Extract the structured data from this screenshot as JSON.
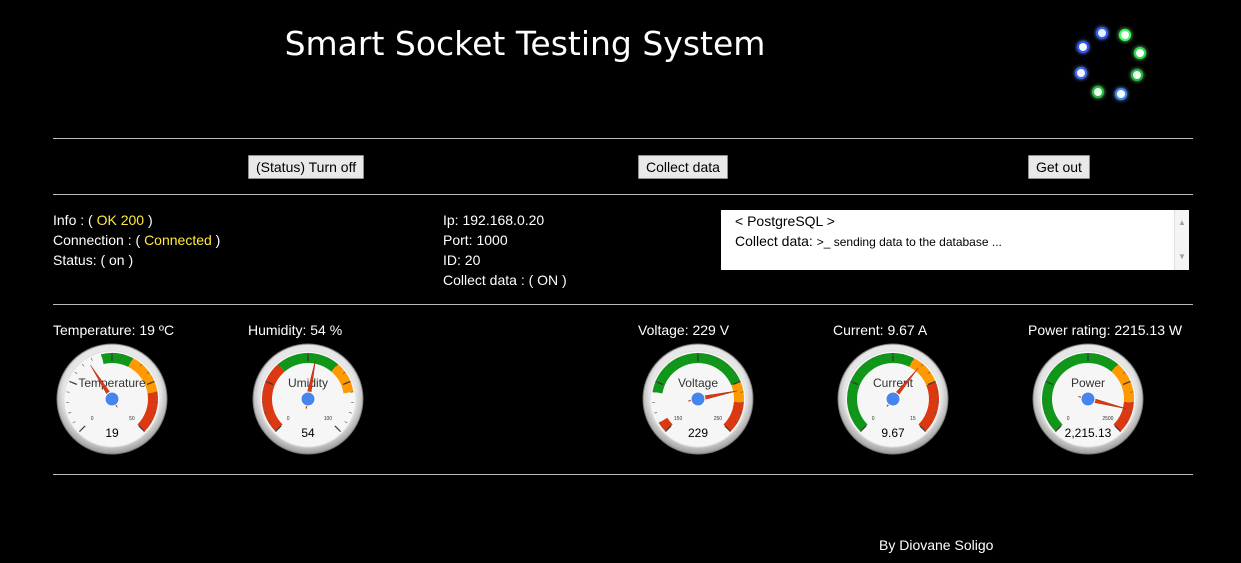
{
  "header": {
    "title": "Smart Socket Testing System",
    "loading_indicator": "spinner-icon"
  },
  "toolbar": {
    "status_button": "(Status) Turn off",
    "collect_button": "Collect data",
    "exit_button": "Get out"
  },
  "info": {
    "info_label": "Info : (",
    "info_value": "OK 200",
    "info_close": ")",
    "connection_label": "Connection : (",
    "connection_value": "Connected",
    "connection_close": ")",
    "status_text": "Status: ( on )",
    "value_color": "#ffea3c"
  },
  "network": {
    "ip": "Ip: 192.168.0.20",
    "port": "Port: 1000",
    "id": "ID: 20",
    "collect": "Collect data : ( ON )"
  },
  "database_log": {
    "line1": "< PostgreSQL >",
    "line2_label": "Collect data:",
    "line2_value": ">_ sending data to the database ..."
  },
  "gauges": [
    {
      "label": "Temperature: 19 ºC",
      "name": "Temperature",
      "value": 19,
      "display": "19",
      "min": 0,
      "max": 50,
      "min_label": "0",
      "max_label": "50"
    },
    {
      "label": "Humidity: 54 %",
      "name": "Umidity",
      "value": 54,
      "display": "54",
      "min": 0,
      "max": 100,
      "min_label": "0",
      "max_label": "100"
    },
    {
      "label": "Voltage: 229 V",
      "name": "Voltage",
      "value": 229,
      "display": "229",
      "min": 150,
      "max": 250,
      "min_label": "150",
      "max_label": "250"
    },
    {
      "label": "Current: 9.67 A",
      "name": "Current",
      "value": 9.67,
      "display": "9.67",
      "min": 0,
      "max": 15,
      "min_label": "0",
      "max_label": "15"
    },
    {
      "label": "Power rating: 2215.13 W",
      "name": "Power",
      "value": 2215.13,
      "display": "2,215.13",
      "min": 0,
      "max": 2500,
      "min_label": "0",
      "max_label": "2500"
    }
  ],
  "gauge_colors": {
    "green": "#109618",
    "yellow": "#ff9900",
    "red": "#dc3912",
    "needle": "#dc3912",
    "hub": "#4684ee"
  },
  "footer": {
    "author": "By Diovane Soligo"
  }
}
